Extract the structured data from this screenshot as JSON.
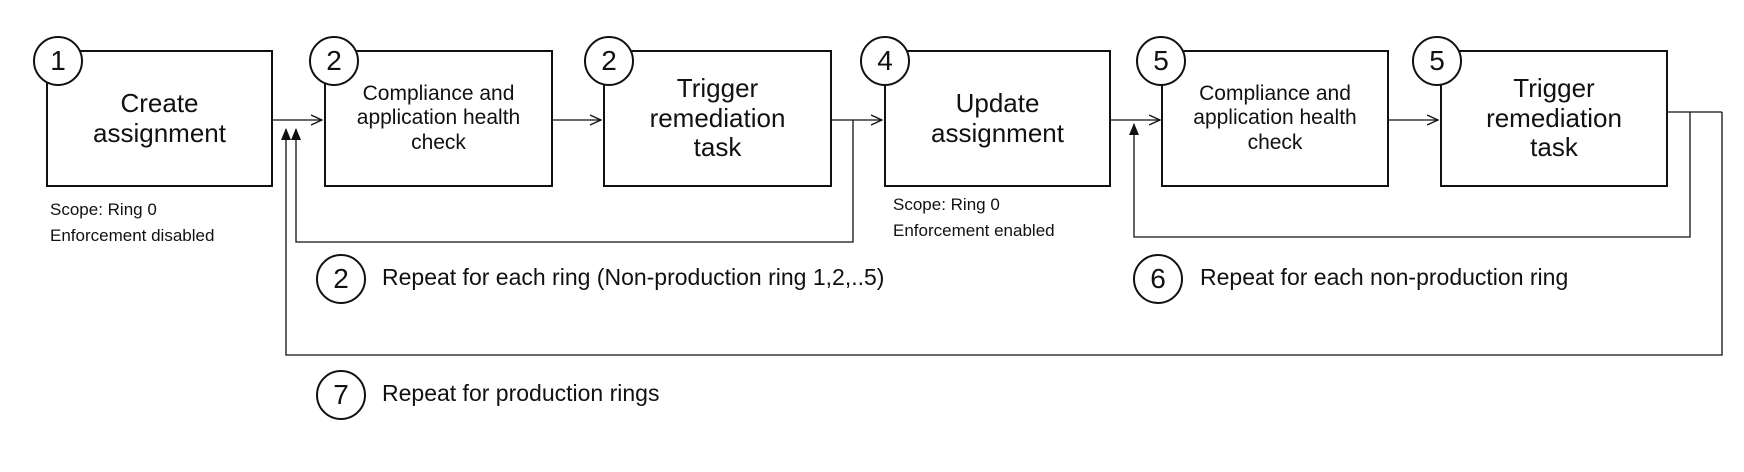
{
  "steps": [
    {
      "badge": "1",
      "label": "Create\nassignment"
    },
    {
      "badge": "2",
      "label": "Compliance and\napplication health\ncheck"
    },
    {
      "badge": "2",
      "label": "Trigger\nremediation\ntask"
    },
    {
      "badge": "4",
      "label": "Update\nassignment"
    },
    {
      "badge": "5",
      "label": "Compliance and\napplication health\ncheck"
    },
    {
      "badge": "5",
      "label": "Trigger\nremediation\ntask"
    }
  ],
  "notes": [
    {
      "line1": "Scope: Ring 0",
      "line2": "Enforcement disabled"
    },
    {
      "line1": "Scope: Ring 0",
      "line2": "Enforcement enabled"
    }
  ],
  "loops": [
    {
      "badge": "2",
      "text": "Repeat for each ring (Non-production ring 1,2,..5)"
    },
    {
      "badge": "6",
      "text": "Repeat for each non-production ring"
    },
    {
      "badge": "7",
      "text": "Repeat for production rings"
    }
  ]
}
